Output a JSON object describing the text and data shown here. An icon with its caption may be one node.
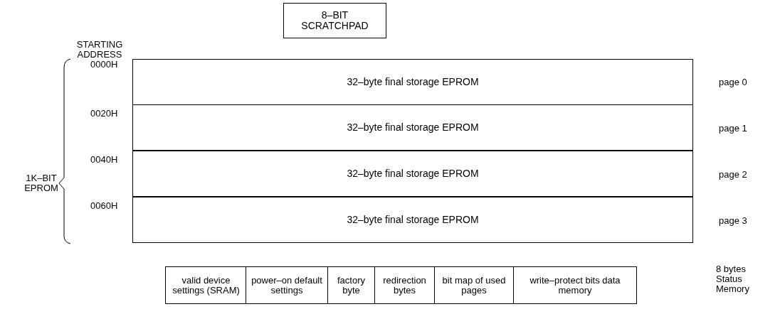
{
  "diagram": {
    "nodes": [
      {
        "text": [
          "8–BIT SCRATCHPAD"
        ]
      },
      {
        "text": [
          "32–byte final storage EPROM"
        ],
        "beside": [
          "page 0"
        ]
      },
      {
        "text": [
          "32–byte final storage EPROM"
        ],
        "beside": [
          "page 1"
        ]
      },
      {
        "text": [
          "32–byte final storage EPROM"
        ],
        "beside": [
          "page 2"
        ]
      },
      {
        "text": [
          "32–byte final storage EPROM"
        ],
        "beside": [
          "page 3"
        ]
      },
      {
        "text": [
          "valid device settings (SRAM)"
        ]
      },
      {
        "text": [
          "power–on default settings"
        ]
      },
      {
        "text": [
          "factory byte"
        ]
      },
      {
        "text": [
          "redirection bytes"
        ]
      },
      {
        "text": [
          "bit map of used pages"
        ]
      },
      {
        "text": [
          "write–protect bits data memory"
        ]
      }
    ],
    "edges": [],
    "labels": [
      "STARTING ADDRESS",
      "0000H",
      "0020H",
      "0040H",
      "0060H",
      "1K–BIT EPROM",
      "8 bytes Status Memory"
    ]
  }
}
